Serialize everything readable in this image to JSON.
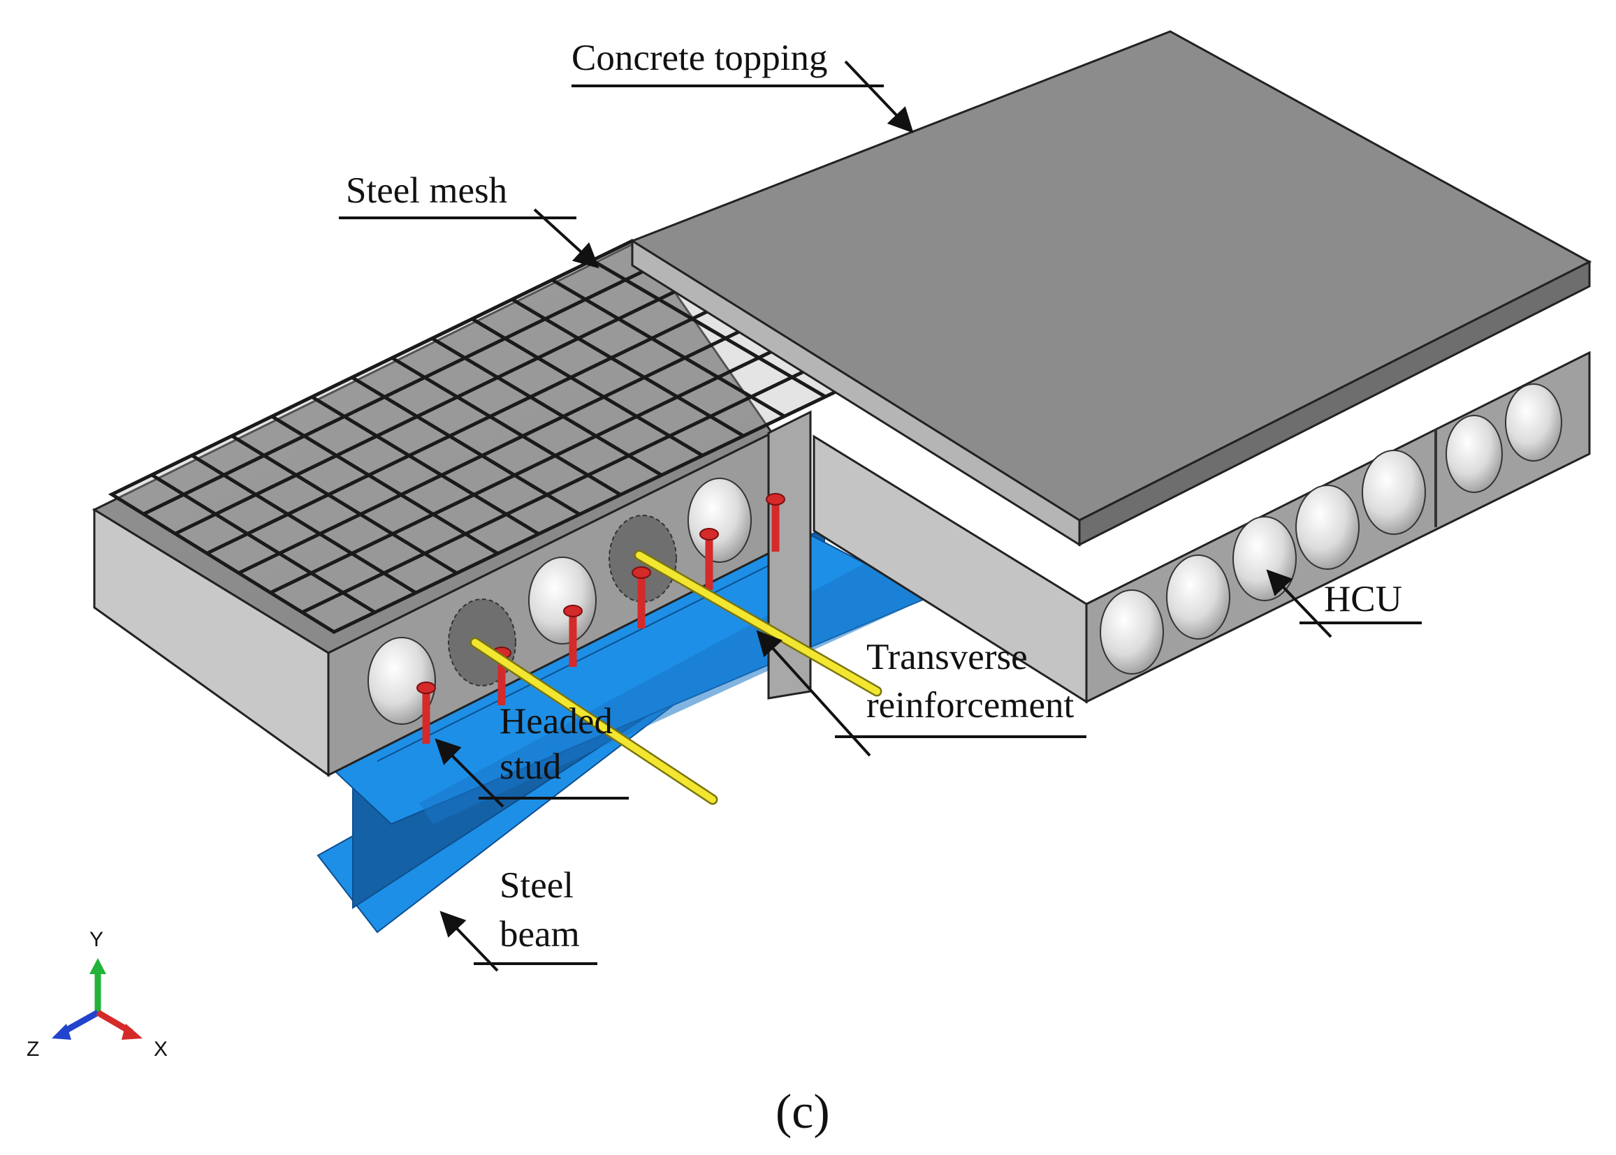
{
  "labels": {
    "concrete_topping": "Concrete topping",
    "steel_mesh": "Steel mesh",
    "hcu": "HCU",
    "transverse_line1": "Transverse",
    "transverse_line2": "reinforcement",
    "headed_line1": "Headed",
    "headed_line2": "stud",
    "steel_line1": "Steel",
    "steel_line2": "beam"
  },
  "axes": {
    "y": "Y",
    "z": "Z",
    "x": "X"
  },
  "caption": "(c)",
  "colors": {
    "concrete_top": "#8c8c8c",
    "concrete_side": "#c8c8c8",
    "concrete_end": "#9b9b9b",
    "steel_beam": "#1e8fe6",
    "steel_beam_dark": "#1461a6",
    "stud": "#d42a2a",
    "rebar": "#f2e630",
    "axis_y": "#22b33a",
    "axis_z": "#2244cc",
    "axis_x": "#d42a2a"
  }
}
